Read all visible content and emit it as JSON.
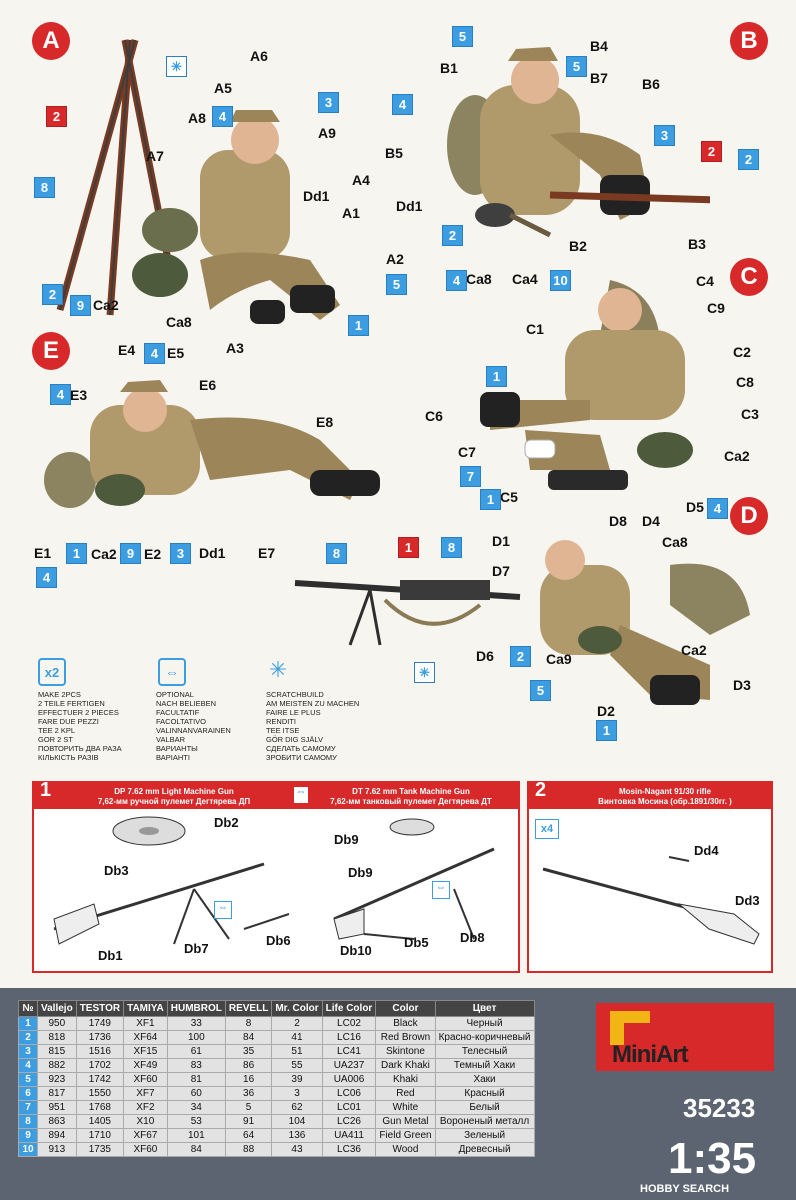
{
  "sections": {
    "a": "A",
    "b": "B",
    "c": "C",
    "d": "D",
    "e": "E"
  },
  "labels_a": {
    "a6": "A6",
    "a5": "A5",
    "a8": "A8",
    "a9": "A9",
    "a4": "A4",
    "a7": "A7",
    "dd1": "Dd1",
    "a1": "A1",
    "a2": "A2",
    "ca2": "Ca2",
    "ca8": "Ca8",
    "a3": "A3"
  },
  "labels_b": {
    "b4": "B4",
    "b1": "B1",
    "b7": "B7",
    "b6": "B6",
    "b5": "B5",
    "dd1": "Dd1",
    "b2": "B2",
    "b3": "B3",
    "ca8": "Ca8",
    "ca4": "Ca4"
  },
  "labels_c": {
    "c4": "C4",
    "c9": "C9",
    "c1": "C1",
    "c2": "C2",
    "c8": "C8",
    "c6": "C6",
    "c3": "C3",
    "c7": "C7",
    "ca2": "Ca2",
    "c5": "C5"
  },
  "labels_d": {
    "d5": "D5",
    "d1": "D1",
    "d8": "D8",
    "d4": "D4",
    "ca8": "Ca8",
    "d7": "D7",
    "d6": "D6",
    "ca9": "Ca9",
    "ca2": "Ca2",
    "d3": "D3",
    "d2": "D2"
  },
  "labels_e": {
    "e4": "E4",
    "e5": "E5",
    "e3": "E3",
    "e6": "E6",
    "e8": "E8",
    "e1": "E1",
    "ca2": "Ca2",
    "e2": "E2",
    "dd1": "Dd1",
    "e7": "E7"
  },
  "legend": {
    "x2": [
      "MAKE 2pcs",
      "2 TEILE FERTIGEN",
      "EFFECTUER 2 PIECES",
      "FARE DUE PEZZI",
      "TEE 2 KPL",
      "GOR 2 ST",
      "ПОВТОРИТЬ ДВА РАЗА",
      "КІЛЬКІСТЬ РАЗІВ"
    ],
    "optional": [
      "OPTIONAL",
      "NACH BELIEBEN",
      "FACULTATIF",
      "FACOLTATIVO",
      "VALINNANVARAINEN",
      "VALBAR",
      "ВАРИАНТЫ",
      "ВАРІАНТІ"
    ],
    "scratch": [
      "SCRATCHBUILD",
      "AM MEISTEN ZU MACHEN",
      "FAIRE LE PLUS",
      "RENDITI",
      "TEE ITSE",
      "GÖR DIG SJÄLV",
      "СДЕЛАТЬ САМОМУ",
      "ЗРОБИТИ САМОМУ"
    ]
  },
  "panel1": {
    "num": "1",
    "left_title": "DP 7.62 mm Light Machine Gun",
    "left_title_ru": "7,62-мм ручной пулемет Дегтярева ДП",
    "right_title": "DT 7.62 mm Tank Machine Gun",
    "right_title_ru": "7,62-мм танковый пулемет Дегтярева ДТ",
    "parts": {
      "db2": "Db2",
      "db3": "Db3",
      "db1": "Db1",
      "db7": "Db7",
      "db6": "Db6",
      "db9a": "Db9",
      "db9b": "Db9",
      "db10": "Db10",
      "db5": "Db5",
      "db8": "Db8"
    }
  },
  "panel2": {
    "num": "2",
    "title": "Mosin-Nagant 91/30 rifle",
    "title_ru": "Винтовка Мосина (обр.1891/30гг. )",
    "mult": "x4",
    "parts": {
      "dd4": "Dd4",
      "dd3": "Dd3"
    }
  },
  "paint_table": {
    "headers": [
      "№",
      "Vallejo",
      "TESTOR",
      "TAMIYA",
      "HUMBROL",
      "REVELL",
      "Mr. Color",
      "Life Color",
      "Color",
      "Цвет"
    ],
    "rows": [
      [
        "1",
        "950",
        "1749",
        "XF1",
        "33",
        "8",
        "2",
        "LC02",
        "Black",
        "Черный"
      ],
      [
        "2",
        "818",
        "1736",
        "XF64",
        "100",
        "84",
        "41",
        "LC16",
        "Red Brown",
        "Красно-коричневый"
      ],
      [
        "3",
        "815",
        "1516",
        "XF15",
        "61",
        "35",
        "51",
        "LC41",
        "Skintone",
        "Телесный"
      ],
      [
        "4",
        "882",
        "1702",
        "XF49",
        "83",
        "86",
        "55",
        "UA237",
        "Dark Khaki",
        "Темный Хаки"
      ],
      [
        "5",
        "923",
        "1742",
        "XF60",
        "81",
        "16",
        "39",
        "UA006",
        "Khaki",
        "Хаки"
      ],
      [
        "6",
        "817",
        "1550",
        "XF7",
        "60",
        "36",
        "3",
        "LC06",
        "Red",
        "Красный"
      ],
      [
        "7",
        "951",
        "1768",
        "XF2",
        "34",
        "5",
        "62",
        "LC01",
        "White",
        "Белый"
      ],
      [
        "8",
        "863",
        "1405",
        "X10",
        "53",
        "91",
        "104",
        "LC26",
        "Gun Metal",
        "Вороненый металл"
      ],
      [
        "9",
        "894",
        "1710",
        "XF67",
        "101",
        "64",
        "136",
        "UA411",
        "Field Green",
        "Зеленый"
      ],
      [
        "10",
        "913",
        "1735",
        "XF60",
        "84",
        "88",
        "43",
        "LC36",
        "Wood",
        "Древесный"
      ]
    ]
  },
  "brand": {
    "logo": "MiniArt",
    "code": "35233",
    "scale": "1:35",
    "watermark": "HOBBY SEARCH"
  },
  "colors": {
    "accent": "#d7282a",
    "callout_blue": "#3c9ee0",
    "uniform": "#b09a6c",
    "table_header": "#444444"
  }
}
